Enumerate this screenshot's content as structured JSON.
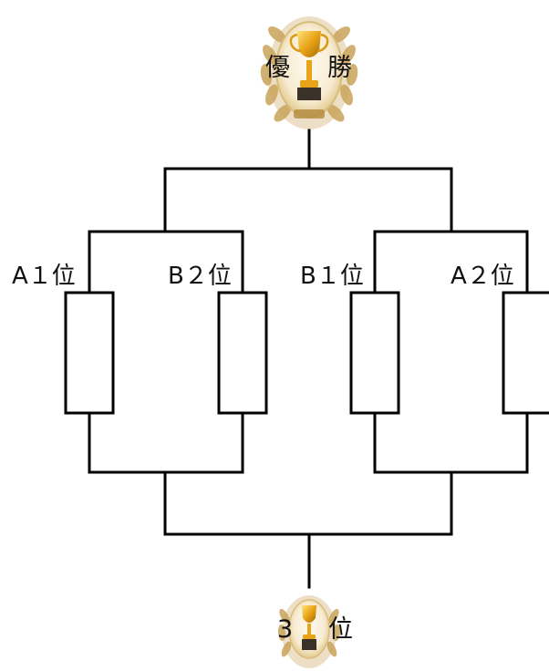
{
  "champion": {
    "left_char": "優",
    "right_char": "勝",
    "icon": "trophy-laurel-emblem"
  },
  "third_place": {
    "left_char": "3",
    "right_char": "位",
    "icon": "trophy-laurel-emblem"
  },
  "seeds": [
    {
      "label": "A１位"
    },
    {
      "label": "B２位"
    },
    {
      "label": "B１位"
    },
    {
      "label": "A２位"
    }
  ],
  "colors": {
    "line": "#000000",
    "gold": "#e8a317",
    "laurel": "#c9a45a"
  }
}
